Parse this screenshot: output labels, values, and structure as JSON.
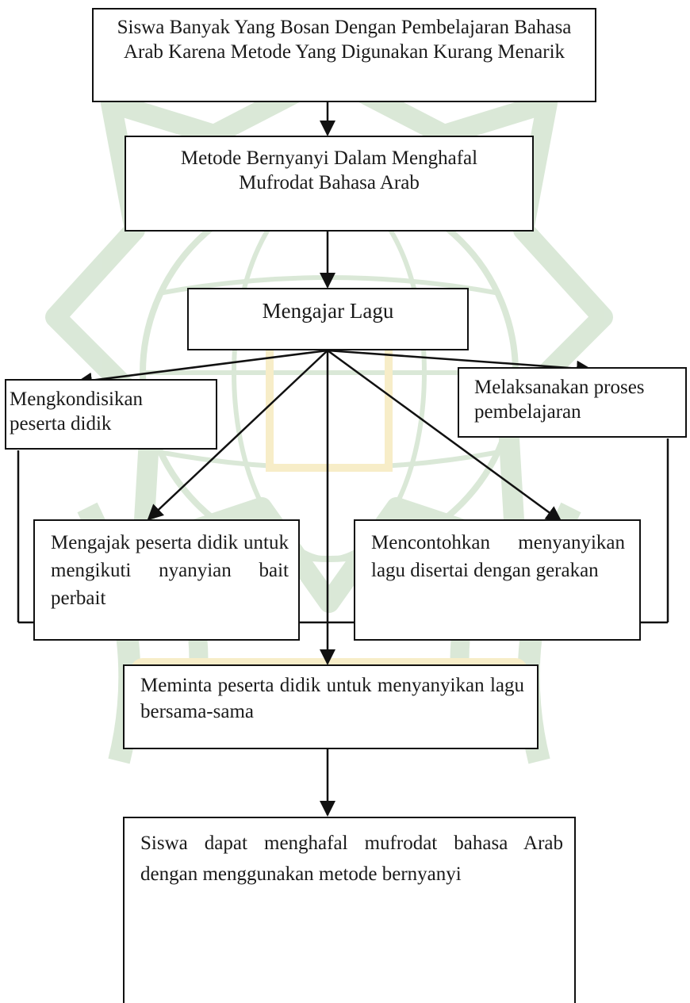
{
  "nodes": {
    "problem": "Siswa Banyak Yang Bosan Dengan Pembelajaran Bahasa Arab Karena Metode Yang Digunakan Kurang Menarik",
    "method": "Metode Bernyanyi Dalam Menghafal Mufrodat Bahasa Arab",
    "teach_song": "Mengajar Lagu",
    "condition_students": "Mengkondisikan peserta didik",
    "carry_out_learning": "Melaksanakan proses pembelajaran",
    "invite_students": "Mengajak peserta didik untuk mengikuti nyanyian bait perbait",
    "demonstrate": "Mencontohkan menyanyikan lagu disertai dengan gerakan",
    "ask_students": "Meminta peserta didik untuk menyanyikan lagu bersama-sama",
    "result": "Siswa dapat menghafal mufrodat bahasa Arab dengan menggunakan metode bernyanyi"
  },
  "colors": {
    "line": "#111111",
    "watermark_green": "#bcd6b8",
    "watermark_yellow": "#f1df9c"
  }
}
